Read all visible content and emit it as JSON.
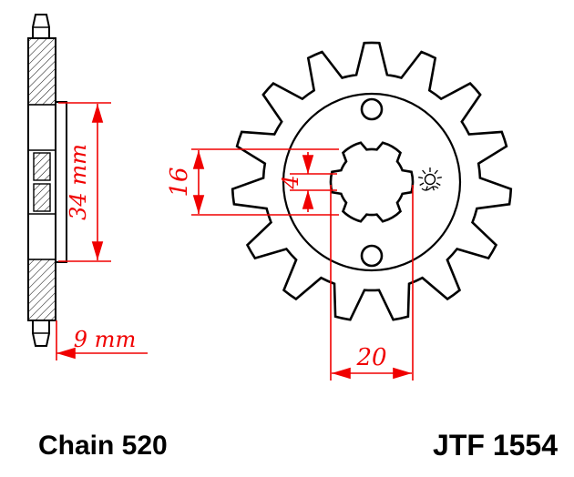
{
  "title": {
    "chain_label": "Chain 520",
    "part_number": "JTF 1554"
  },
  "dimensions": {
    "hub_length": "34 mm",
    "side_width": "9 mm",
    "bore_across_flats": "16",
    "spline_width": "4",
    "bore_diameter": "20"
  },
  "diagram": {
    "teeth_count": 15,
    "spline_count": 6,
    "bolt_hole_count": 2,
    "colors": {
      "dimension": "#f00000",
      "line": "#000000"
    }
  }
}
